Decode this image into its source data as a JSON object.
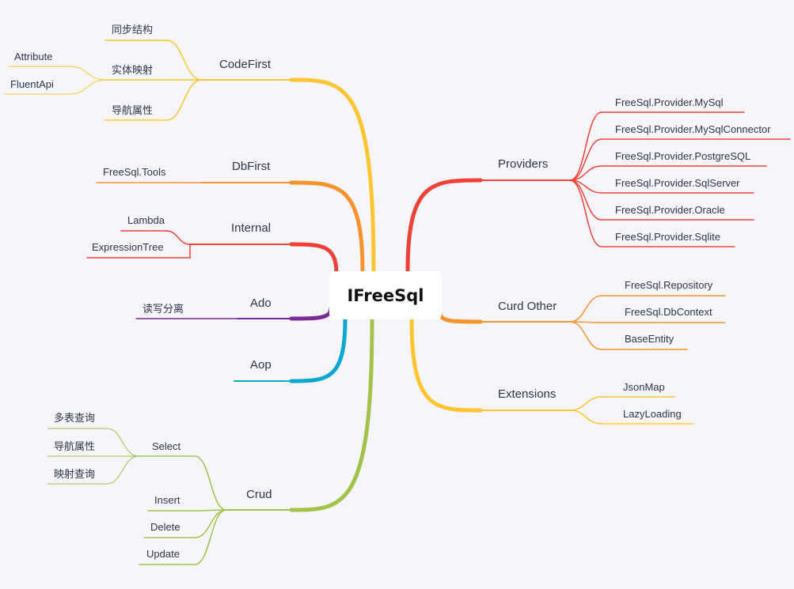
{
  "root": {
    "label": "IFreeSql"
  },
  "branches": [
    {
      "label": "CodeFirst",
      "color": "#fcc531",
      "children": [
        {
          "label": "同步结构"
        },
        {
          "label": "实体映射",
          "children": [
            {
              "label": "Attribute"
            },
            {
              "label": "FluentApi"
            }
          ]
        },
        {
          "label": "导航属性"
        }
      ]
    },
    {
      "label": "DbFirst",
      "color": "#f7932d",
      "children": [
        {
          "label": "FreeSql.Tools"
        }
      ]
    },
    {
      "label": "Internal",
      "color": "#ef4136",
      "children": [
        {
          "label": "Lambda"
        },
        {
          "label": "ExpressionTree"
        }
      ]
    },
    {
      "label": "Ado",
      "color": "#7b2b96",
      "children": [
        {
          "label": "读写分离"
        }
      ]
    },
    {
      "label": "Aop",
      "color": "#0ba9d0",
      "children": []
    },
    {
      "label": "Crud",
      "color": "#a1c34a",
      "children": [
        {
          "label": "Select",
          "children": [
            {
              "label": "多表查询"
            },
            {
              "label": "导航属性"
            },
            {
              "label": "映射查询"
            }
          ]
        },
        {
          "label": "Insert"
        },
        {
          "label": "Delete"
        },
        {
          "label": "Update"
        }
      ]
    },
    {
      "label": "Providers",
      "color": "#ef4136",
      "children": [
        {
          "label": "FreeSql.Provider.MySql"
        },
        {
          "label": "FreeSql.Provider.MySqlConnector"
        },
        {
          "label": "FreeSql.Provider.PostgreSQL"
        },
        {
          "label": "FreeSql.Provider.SqlServer"
        },
        {
          "label": "FreeSql.Provider.Oracle"
        },
        {
          "label": "FreeSql.Provider.Sqlite"
        }
      ]
    },
    {
      "label": "Curd Other",
      "color": "#f7932d",
      "children": [
        {
          "label": "FreeSql.Repository"
        },
        {
          "label": "FreeSql.DbContext"
        },
        {
          "label": "BaseEntity"
        }
      ]
    },
    {
      "label": "Extensions",
      "color": "#fcc531",
      "children": [
        {
          "label": "JsonMap"
        },
        {
          "label": "LazyLoading"
        }
      ]
    }
  ]
}
